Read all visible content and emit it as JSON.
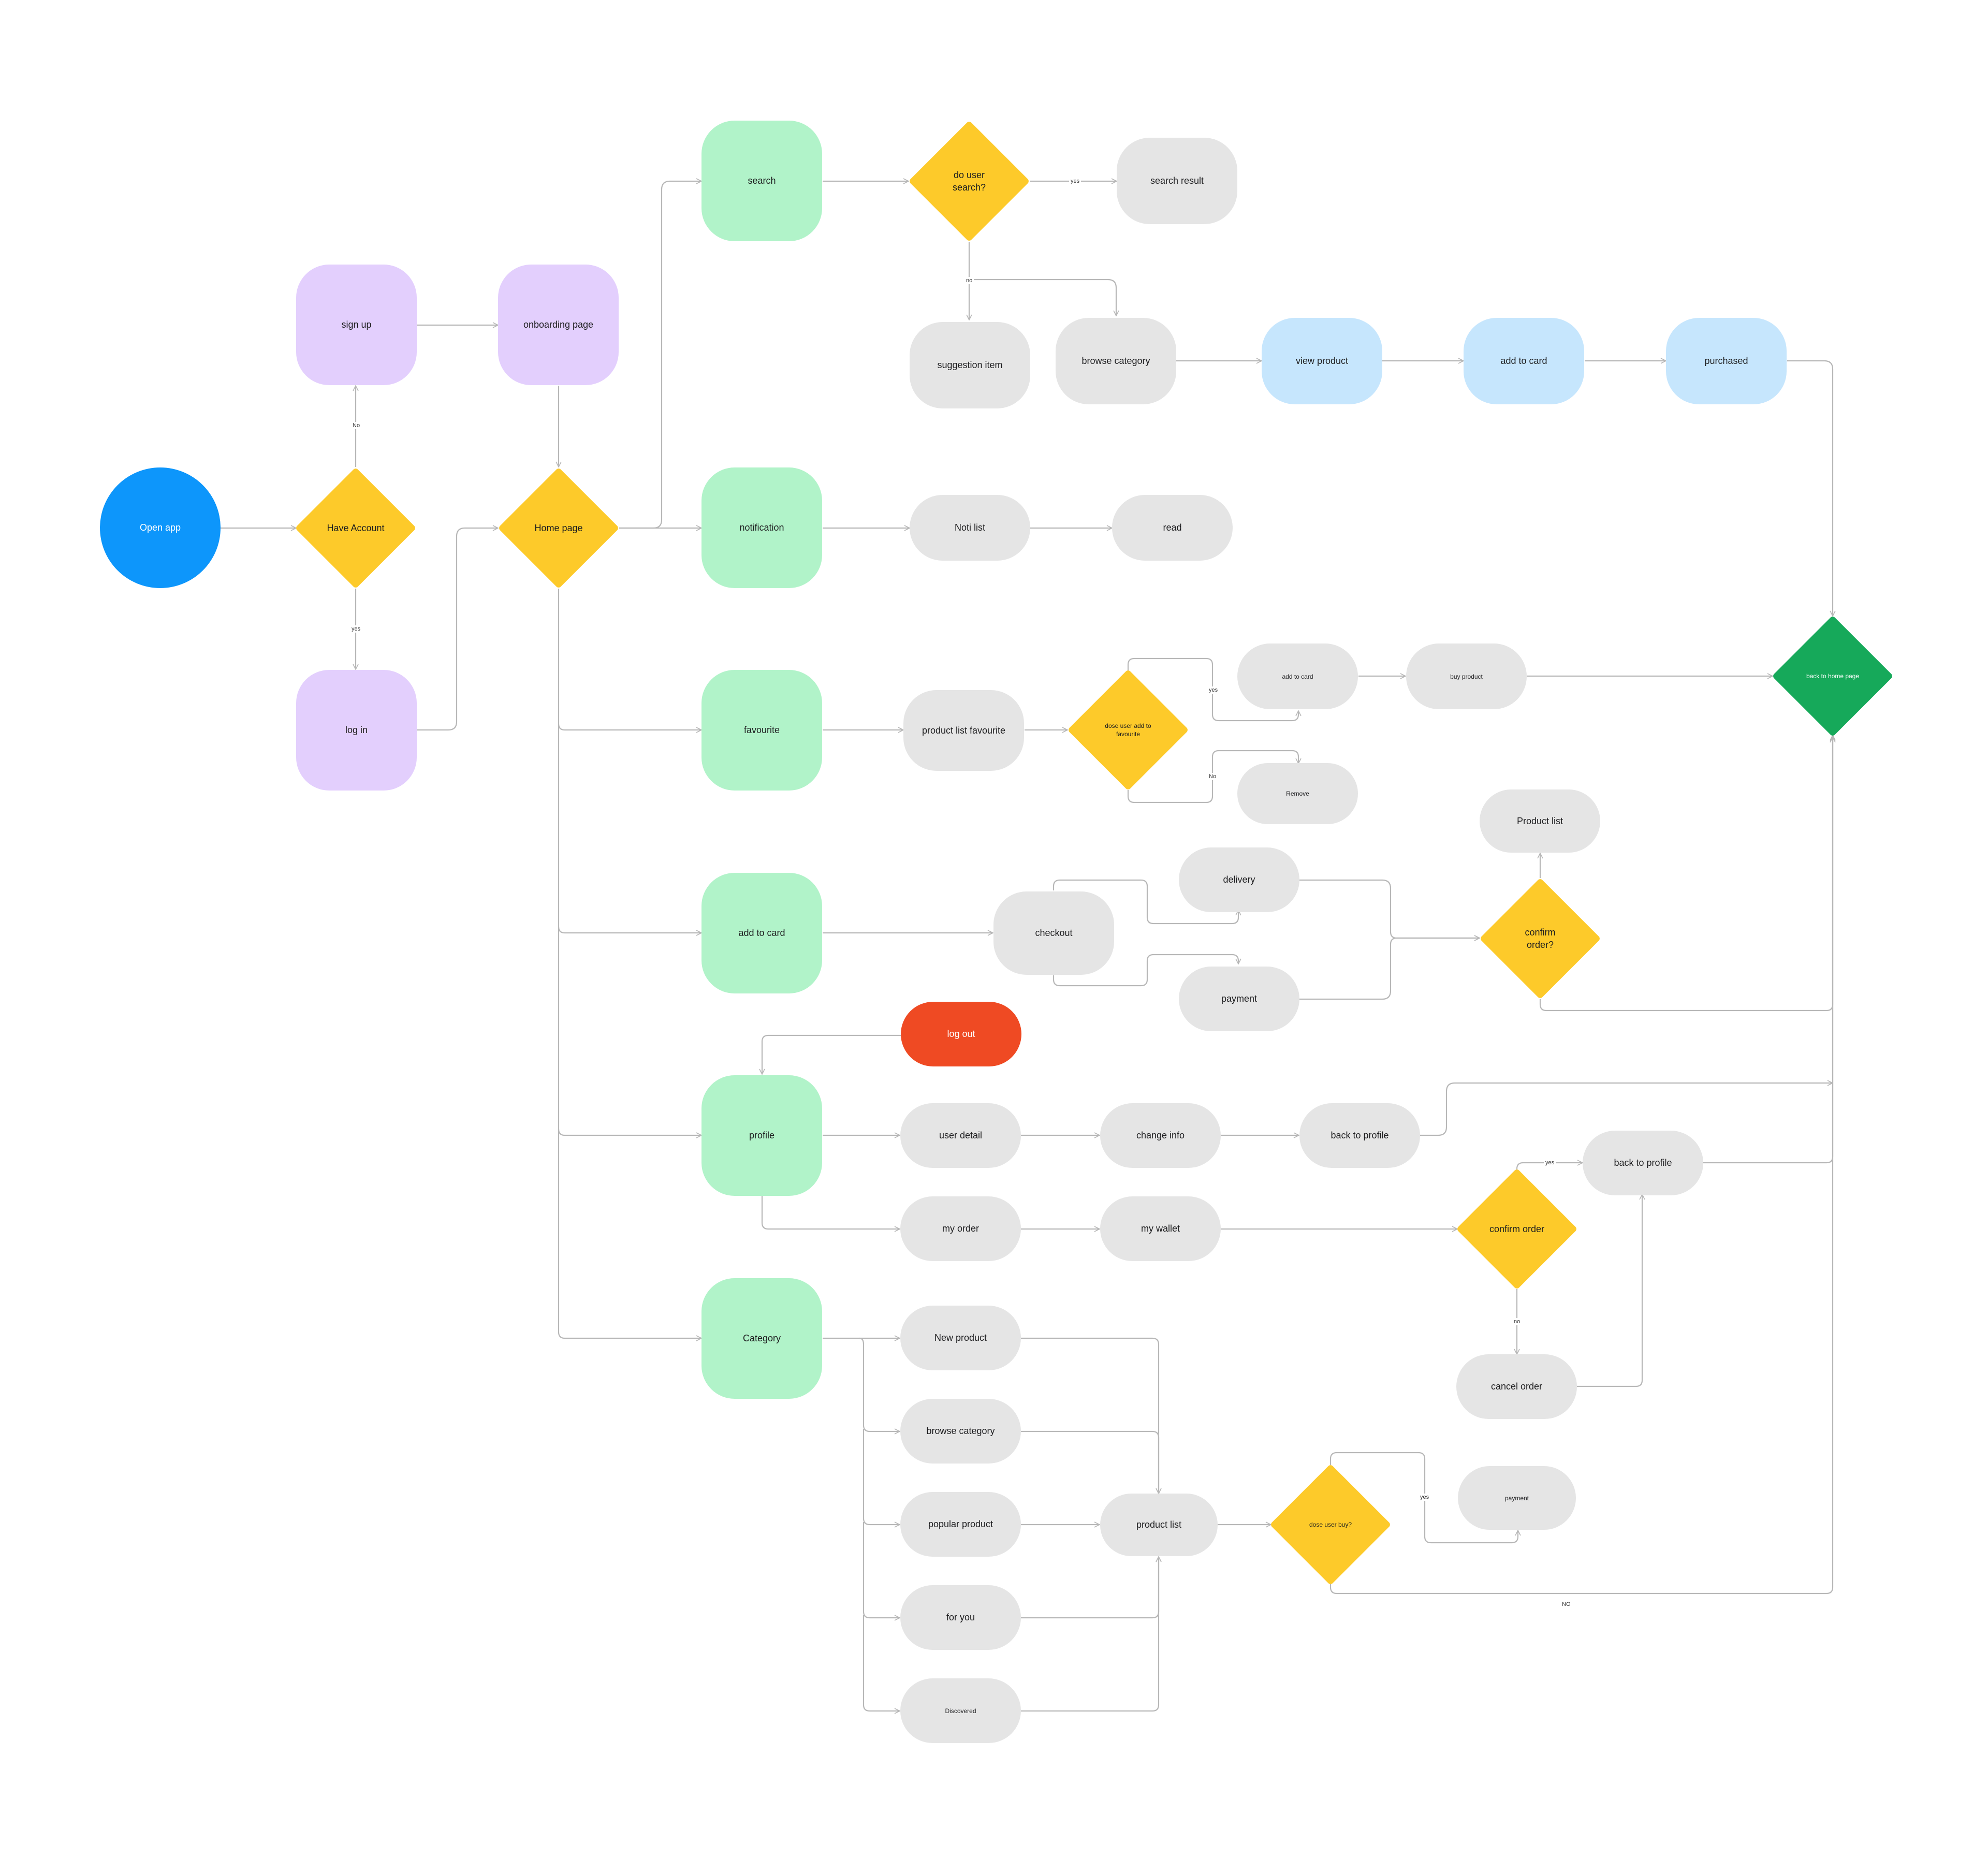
{
  "nodes": {
    "open_app": "Open app",
    "have_account": "Have Account",
    "sign_up": "sign up",
    "log_in": "log in",
    "onboarding": "onboarding page",
    "home_page": "Home page",
    "search": "search",
    "do_user_search": "do user\nsearch?",
    "search_result": "search result",
    "suggestion_item": "suggestion item",
    "browse_category_1": "browse category",
    "view_product": "view product",
    "add_to_card_blue": "add to card",
    "purchased": "purchased",
    "notification": "notification",
    "noti_list": "Noti list",
    "read": "read",
    "favourite": "favourite",
    "product_list_favourite": "product list favourite",
    "dose_user_add_fav": "dose user add to\nfavourite",
    "add_to_card_fav": "add to card",
    "buy_product": "buy product",
    "remove": "Remove",
    "back_to_home": "back to home page",
    "add_to_card_main": "add to card",
    "checkout": "checkout",
    "delivery": "delivery",
    "payment_checkout": "payment",
    "product_list_top": "Product list",
    "confirm_order_q": "confirm\norder?",
    "log_out": "log out",
    "profile": "profile",
    "user_detail": "user detail",
    "change_info": "change info",
    "back_to_profile_1": "back to profile",
    "my_order": "my order",
    "my_wallet": "my wallet",
    "confirm_order": "confirm order",
    "back_to_profile_2": "back to profile",
    "cancel_order": "cancel order",
    "category": "Category",
    "new_product": "New product",
    "browse_category_2": "browse category",
    "popular_product": "popular product",
    "for_you": "for you",
    "discovered": "Discovered",
    "product_list": "product list",
    "dose_user_buy": "dose user buy?",
    "payment_buy": "payment"
  },
  "edge_labels": {
    "no_signup": "No",
    "yes_login": "yes",
    "yes_search": "yes",
    "no_search": "no",
    "yes_fav": "yes",
    "no_fav": "No",
    "yes_confirm": "yes",
    "no_confirm": "no",
    "yes_buy": "yes",
    "no_buy": "NO"
  },
  "colors": {
    "gray_box": "#e5e5e5",
    "purple_box": "#e3cffd",
    "green_box": "#b1f3c9",
    "blue_box": "#c6e6fd",
    "decision": "#fdca2a",
    "start": "#0d96fb",
    "end_decision": "#16a95a",
    "logout": "#ef4a23",
    "connector": "#b7b7b7"
  }
}
